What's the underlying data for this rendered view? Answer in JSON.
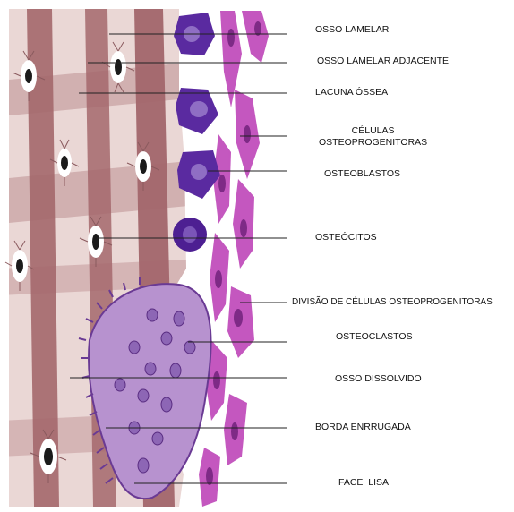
{
  "labels": {
    "osso_lamelar": "OSSO LAMELAR",
    "osso_lamelar_adjacente": "OSSO LAMELAR ADJACENTE",
    "lacuna_ossea": "LACUNA ÓSSEA",
    "celulas_osteoprogenitoras_line1": "CÉLULAS",
    "celulas_osteoprogenitoras_line2": "OSTEOPROGENITORAS",
    "osteoblastos": "OSTEOBLASTOS",
    "osteocitos": "OSTEÓCITOS",
    "divisao_celulas": "DIVISÃO DE CÉLULAS OSTEOPROGENITORAS",
    "osteoclastos": "OSTEOCLASTOS",
    "osso_dissolvido": "OSSO DISSOLVIDO",
    "borda_enrrugada": "BORDA ENRRUGADA",
    "face_lisa": "FACE  LISA"
  },
  "colors": {
    "bone_dark": "#a4686c",
    "bone_light": "#ead7d5",
    "osteoblast": "#5a2aa0",
    "osteoclast": "#b792cf",
    "osteoprogenitor": "#c14fbc",
    "leader_line": "#222222"
  }
}
